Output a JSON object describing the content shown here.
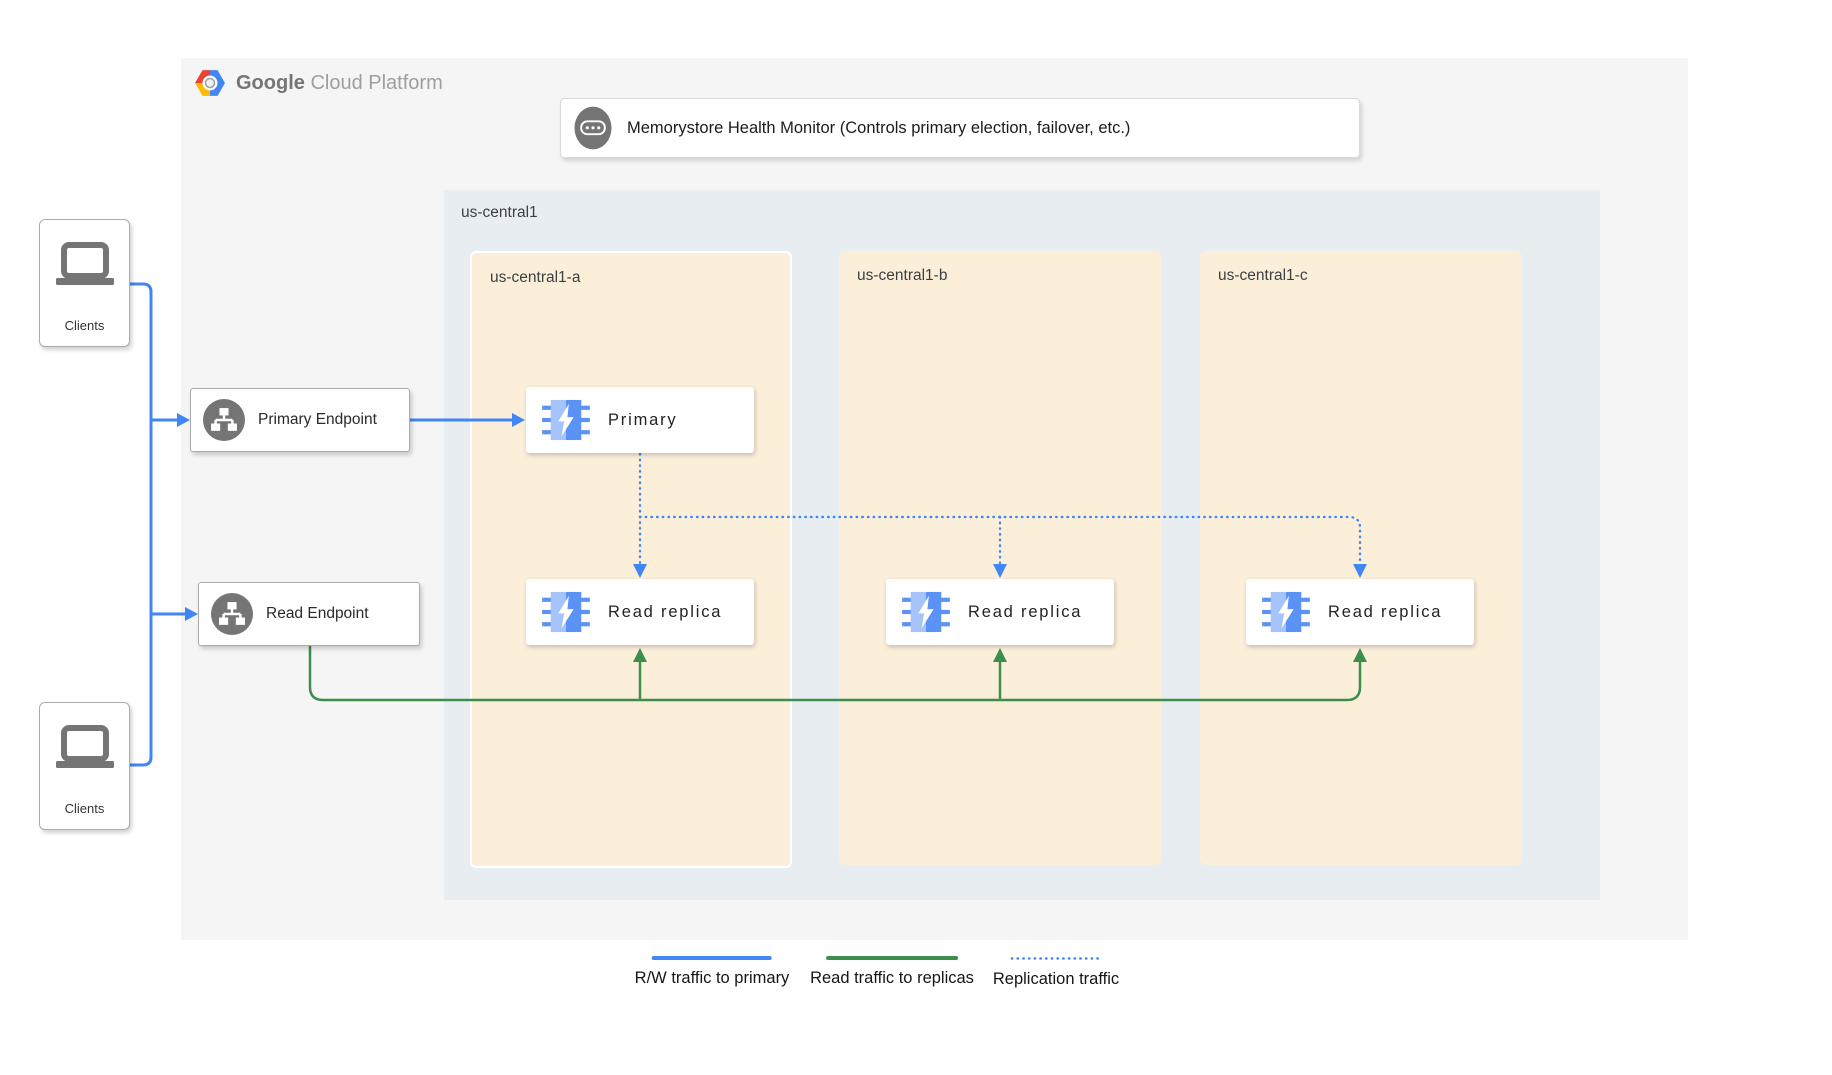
{
  "header": {
    "brand_bold": "Google",
    "brand_rest": "Cloud Platform"
  },
  "health_monitor": {
    "label": "Memorystore Health Monitor (Controls primary election, failover, etc.)"
  },
  "clients_top": {
    "label": "Clients"
  },
  "clients_bottom": {
    "label": "Clients"
  },
  "endpoints": {
    "primary": {
      "label": "Primary Endpoint"
    },
    "read": {
      "label": "Read Endpoint"
    }
  },
  "region": {
    "label": "us-central1",
    "zones": [
      {
        "label": "us-central1-a"
      },
      {
        "label": "us-central1-b"
      },
      {
        "label": "us-central1-c"
      }
    ]
  },
  "nodes": {
    "primary": {
      "label": "Primary"
    },
    "replica_a": {
      "label": "Read replica"
    },
    "replica_b": {
      "label": "Read replica"
    },
    "replica_c": {
      "label": "Read replica"
    }
  },
  "legend": [
    {
      "label": "R/W traffic to primary",
      "style": "solid",
      "color": "#4285F4"
    },
    {
      "label": "Read traffic to replicas",
      "style": "solid",
      "color": "#3D8E4D"
    },
    {
      "label": "Replication traffic",
      "style": "dotted",
      "color": "#4285F4"
    }
  ],
  "colors": {
    "panel_bg": "#F5F5F5",
    "region_bg": "#E8EDF2",
    "zone_bg": "#FCEFDA",
    "rw_blue": "#4285F4",
    "read_green": "#3D8E4D",
    "replication_blue": "#4285F4",
    "icon_gray": "#757575",
    "card_border": "#ABABAB",
    "monitor_border": "#D9D9D9",
    "text_dark": "#1B1B1B",
    "text_gray": "#3C4043",
    "brand_gray": "#757575",
    "brand_light": "#9E9E9E",
    "memorystore_light": "#A6C4F9",
    "memorystore_mid": "#5B92F5",
    "logo_red": "#EA4335",
    "logo_yellow": "#FBBC05",
    "logo_blue": "#4285F4"
  }
}
